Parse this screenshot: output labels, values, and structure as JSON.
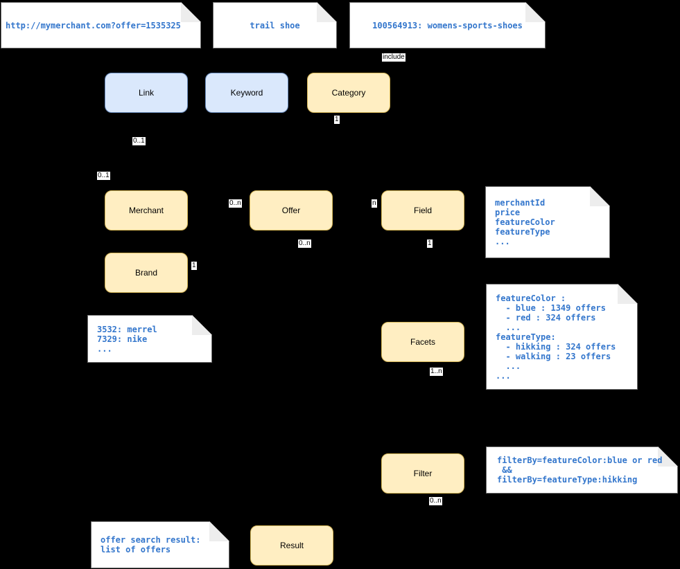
{
  "diagram": {
    "nodes": {
      "link": {
        "label": "Link"
      },
      "keyword": {
        "label": "Keyword"
      },
      "category": {
        "label": "Category"
      },
      "merchant": {
        "label": "Merchant"
      },
      "offer": {
        "label": "Offer"
      },
      "field": {
        "label": "Field"
      },
      "brand": {
        "label": "Brand"
      },
      "facets": {
        "label": "Facets"
      },
      "filter": {
        "label": "Filter"
      },
      "result": {
        "label": "Result"
      }
    },
    "notes": {
      "offer_url": {
        "text": "http://mymerchant.com?offer=1535325"
      },
      "keyword_example": {
        "text": "trail shoe"
      },
      "category_example": {
        "text": "100564913: womens-sports-shoes"
      },
      "field_examples": {
        "lines": [
          "merchantId",
          "price",
          "featureColor",
          "featureType",
          "..."
        ]
      },
      "brand_examples": {
        "lines": [
          "3532: merrel",
          "7329: nike",
          "..."
        ]
      },
      "facets_example": {
        "lines": [
          "featureColor :",
          "  - blue : 1349 offers",
          "  - red : 324 offers",
          "  ...",
          "featureType:",
          "  - hikking : 324 offers",
          "  - walking : 23 offers",
          "  ...",
          "..."
        ]
      },
      "filter_example": {
        "lines": [
          "filterBy=featureColor:blue or red",
          " &&",
          "filterBy=featureType:hikking"
        ]
      },
      "result_description": {
        "lines": [
          "offer search result:",
          "list of offers"
        ]
      }
    },
    "edge_labels": {
      "include": "include",
      "category_one": "1",
      "link_zero_one": "0..1",
      "merchant_zero_one": "0..1",
      "offer_zero_n_left": "0..n",
      "offer_zero_n_bottom": "0..n",
      "field_n": "n",
      "field_one": "1",
      "brand_one": "1",
      "facets_one_n": "1..n",
      "filter_zero_n": "0..n"
    },
    "colors": {
      "background": "#000000",
      "node_blue_fill": "#dae8fc",
      "node_blue_border": "#6c8ebf",
      "node_yellow_fill": "#ffeec2",
      "node_yellow_border": "#d6b656",
      "note_fill": "#ffffff",
      "note_border": "#6e6e6e",
      "note_text": "#3376cc",
      "fold_fill": "#ededed",
      "label_bg": "#ffffff",
      "label_text": "#000000"
    }
  }
}
